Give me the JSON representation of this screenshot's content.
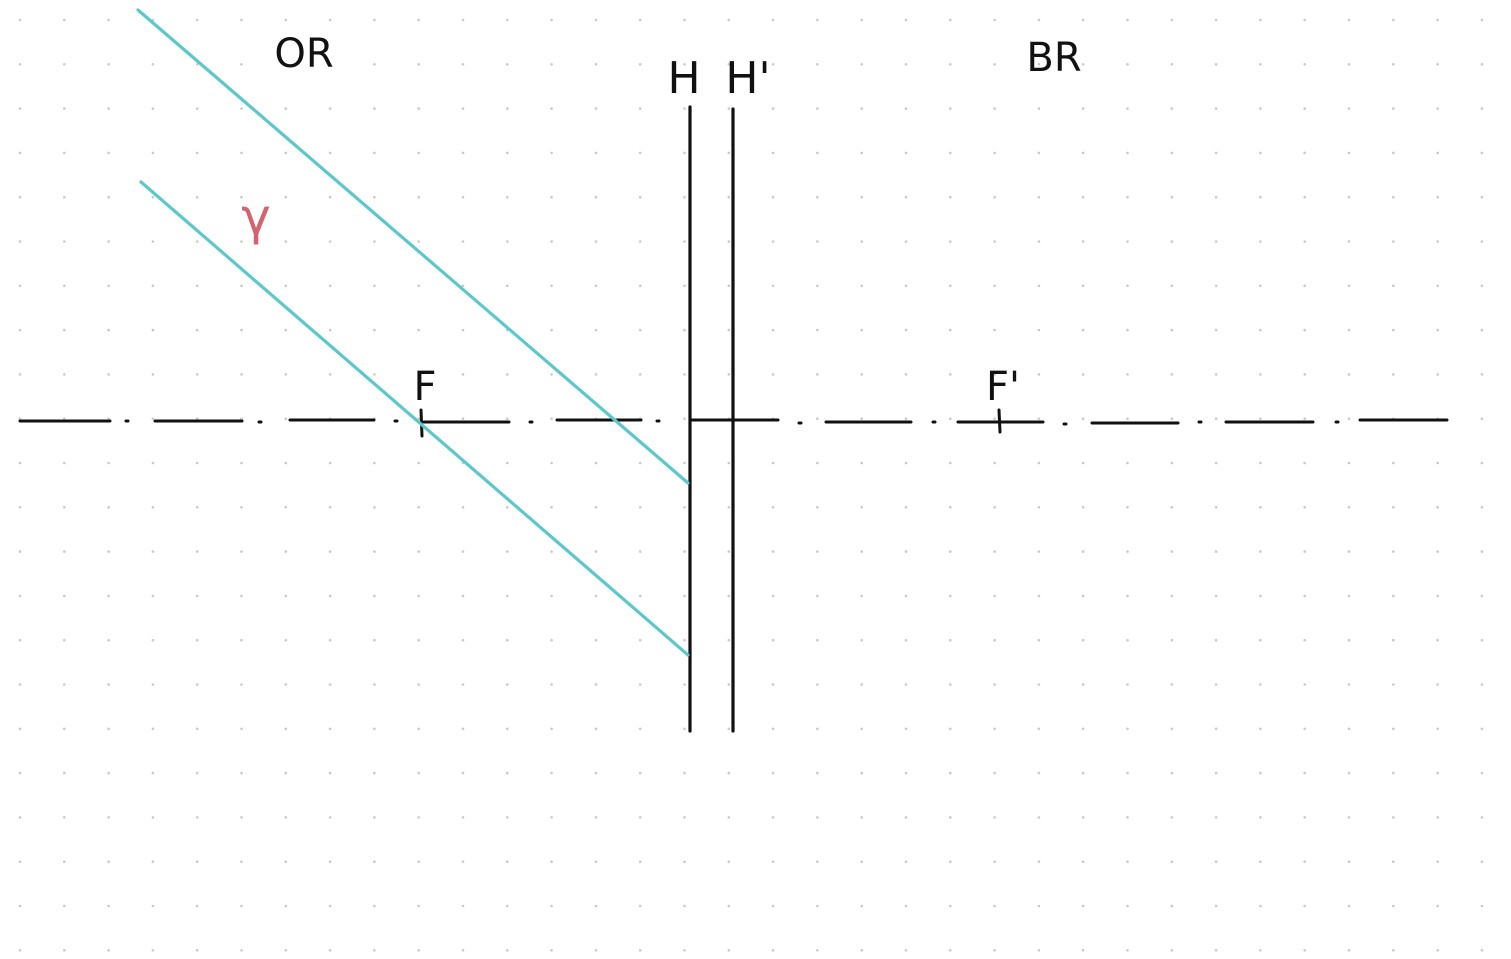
{
  "labels": {
    "object_space": "OR",
    "image_space": "BR",
    "principal_plane_object": "H",
    "principal_plane_image": "H'",
    "focal_point_object": "F",
    "focal_point_image": "F'",
    "ray_angle": "γ"
  },
  "colors": {
    "background": "#ffffff",
    "grid_dot": "#c9c9c9",
    "ink": "#111111",
    "ray": "#5cc8cc",
    "angle_label": "#d4636e"
  }
}
